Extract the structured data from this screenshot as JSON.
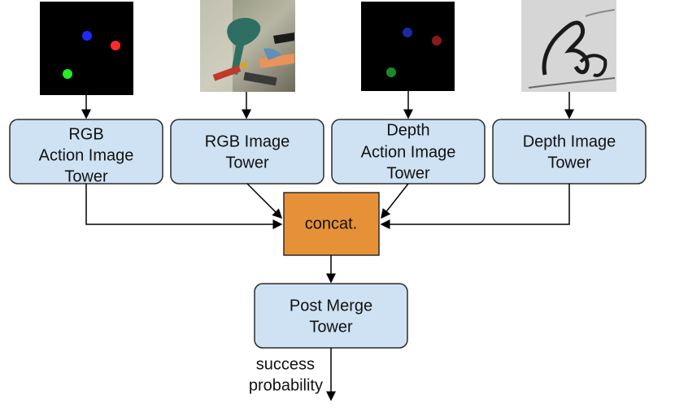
{
  "colors": {
    "tower_fill": "#cfe2f3",
    "tower_stroke": "#2b2b2b",
    "concat_fill": "#e69138",
    "arrow": "#000000"
  },
  "inputs": {
    "rgb_action": {
      "icon": "rgb-action-image-dots"
    },
    "rgb_image": {
      "icon": "rgb-photo-scoop-brushes"
    },
    "depth_action": {
      "icon": "depth-action-image-dots"
    },
    "depth_image": {
      "icon": "depth-image-silhouette"
    }
  },
  "towers": {
    "rgb_action": [
      "RGB",
      "Action Image",
      "Tower"
    ],
    "rgb_image": [
      "RGB Image",
      "Tower"
    ],
    "depth_action": [
      "Depth",
      "Action Image",
      "Tower"
    ],
    "depth_image": [
      "Depth Image",
      "Tower"
    ]
  },
  "concat": {
    "label": "concat."
  },
  "post_merge": {
    "label": [
      "Post Merge",
      "Tower"
    ]
  },
  "output": {
    "label": [
      "success",
      "probability"
    ]
  }
}
